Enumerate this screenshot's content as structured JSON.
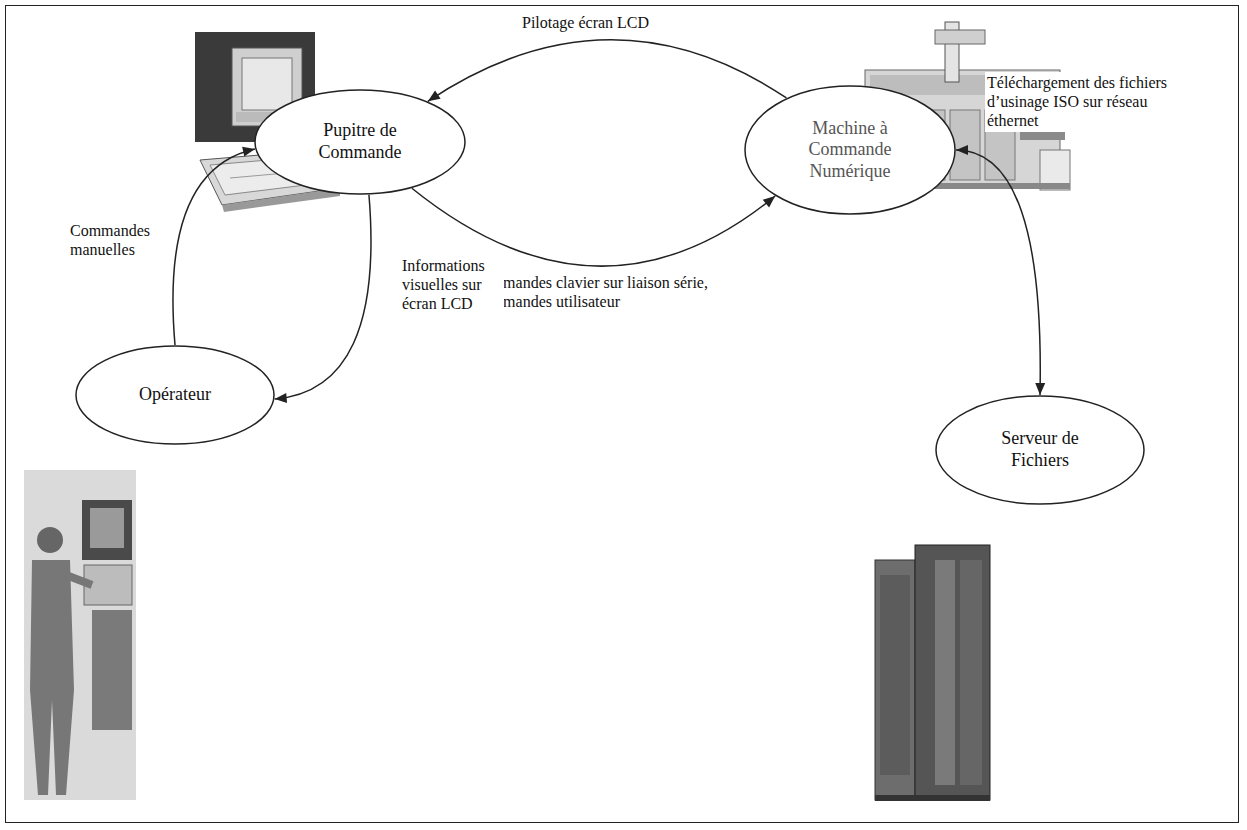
{
  "diagram": {
    "nodes": [
      {
        "text": [
          "Pupitre de Commande"
        ]
      },
      {
        "text": [
          "Machine à Commande Numérique"
        ]
      },
      {
        "text": [
          "Opérateur"
        ]
      },
      {
        "text": [
          "Serveur de Fichiers"
        ]
      }
    ],
    "edges": [
      {
        "from": 1,
        "to": 0,
        "label": "Pilotage écran LCD",
        "arrow": "to"
      },
      {
        "from": 0,
        "to": 1,
        "label": "Commandes clavier sur liaison série, Commandes utilisateur",
        "arrow": "to"
      },
      {
        "from": 2,
        "to": 0,
        "label": "Commandes manuelles",
        "arrow": "to"
      },
      {
        "from": 0,
        "to": 2,
        "label": "Informations visuelles sur écran LCD",
        "arrow": "to"
      },
      {
        "from": 1,
        "to": 3,
        "label": "Téléchargement des fichiers d’usinage ISO sur réseau éthernet",
        "arrow": "both"
      }
    ]
  }
}
